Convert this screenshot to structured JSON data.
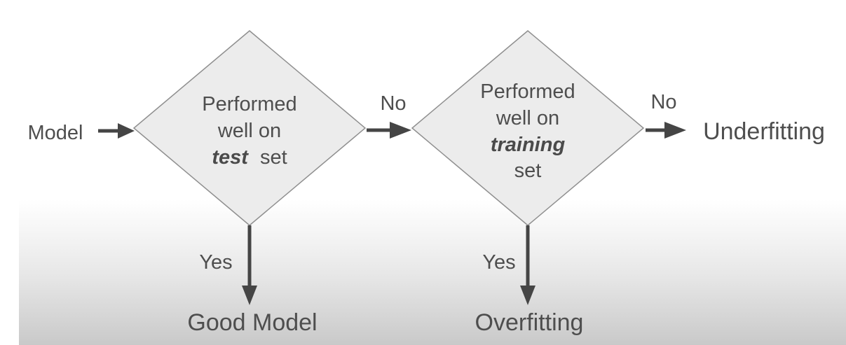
{
  "flowchart": {
    "start_label": "Model",
    "decision_test": {
      "line1": "Performed",
      "line2": "well on",
      "emphasized_word": "test",
      "trailing_word": "set"
    },
    "decision_training": {
      "line1": "Performed",
      "line2": "well on",
      "emphasized_word": "training",
      "line4": "set"
    },
    "edge_labels": {
      "test_no": "No",
      "test_yes": "Yes",
      "training_no": "No",
      "training_yes": "Yes"
    },
    "outcomes": {
      "good": "Good Model",
      "overfitting": "Overfitting",
      "underfitting": "Underfitting"
    },
    "colors": {
      "diamond_fill": "#ececec",
      "diamond_border": "#8f8f8f",
      "arrow": "#454545",
      "text": "#4e4e4e",
      "bottom_fade": "#c9c9c9"
    }
  }
}
